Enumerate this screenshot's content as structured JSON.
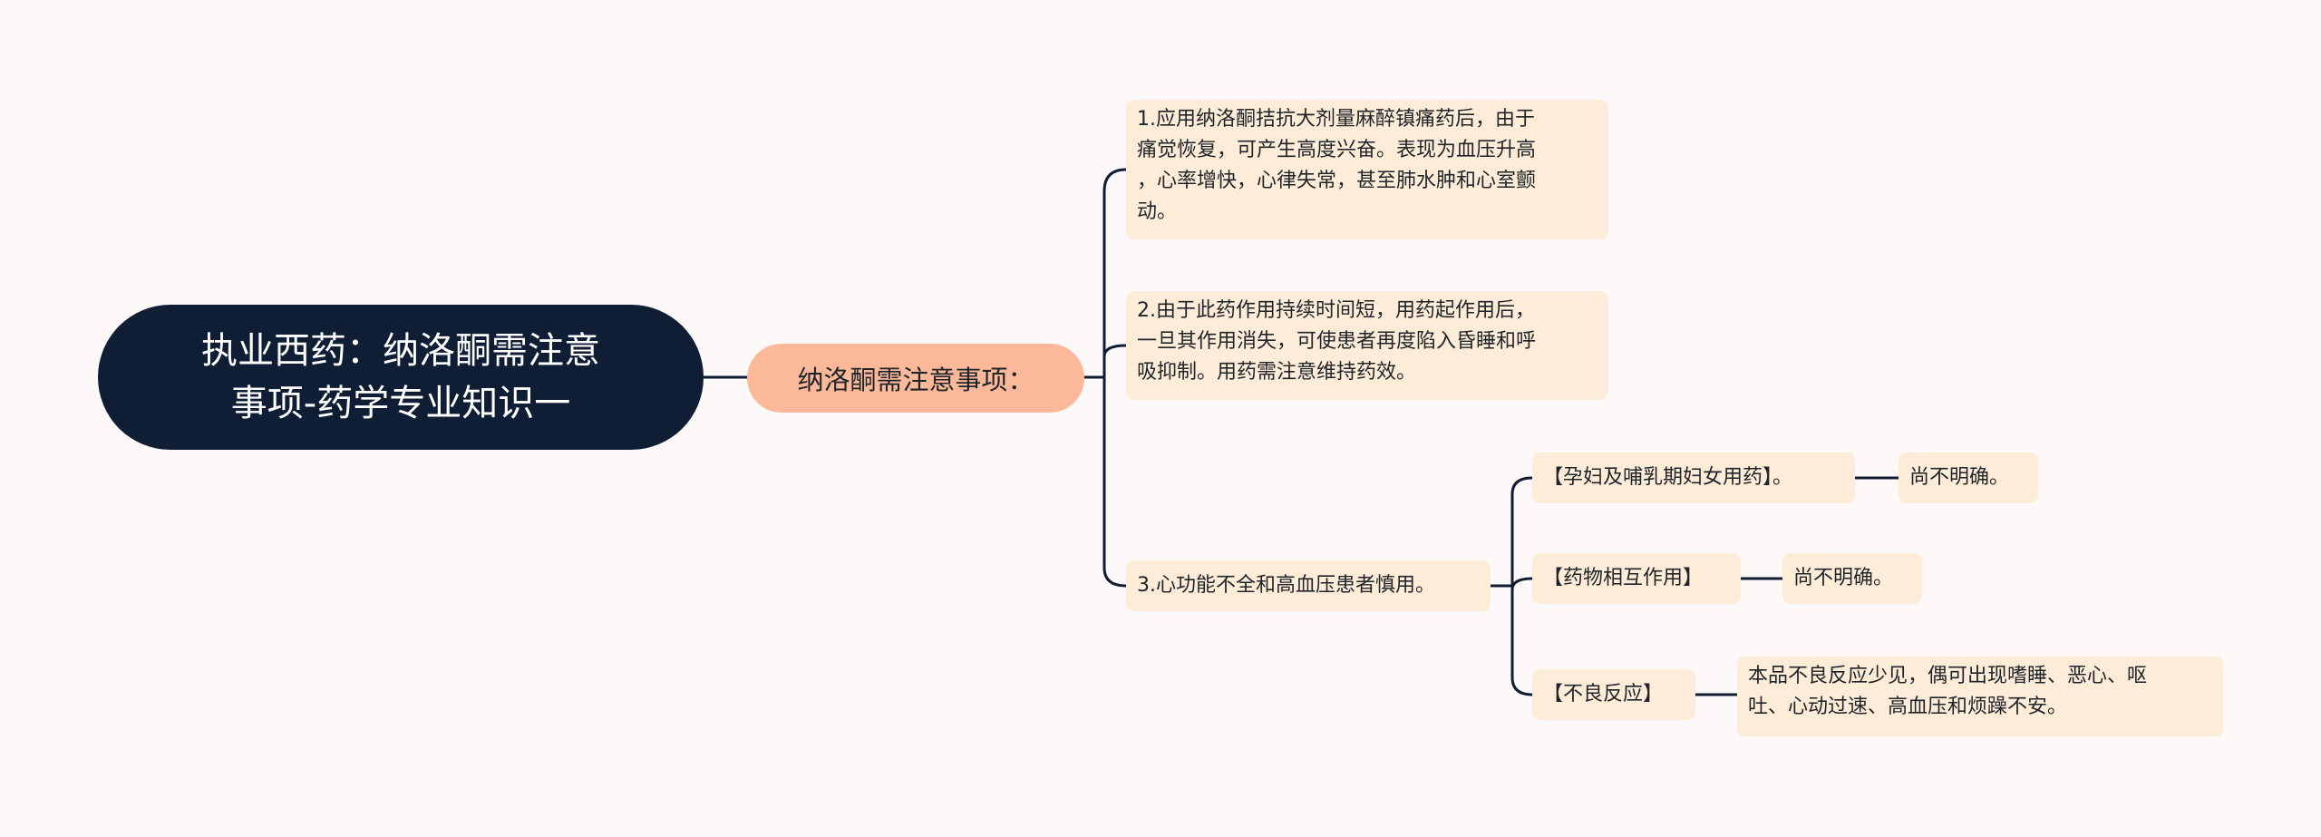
{
  "root": {
    "line1": "执业西药：纳洛酮需注意",
    "line2": "事项-药学专业知识一"
  },
  "branch": {
    "label": "纳洛酮需注意事项："
  },
  "items": [
    {
      "lines": [
        "1.应用纳洛酮拮抗大剂量麻醉镇痛药后，由于",
        "痛觉恢复，可产生高度兴奋。表现为血压升高",
        "，心率增快，心律失常，甚至肺水肿和心室颤",
        "动。"
      ]
    },
    {
      "lines": [
        "2.由于此药作用持续时间短，用药起作用后，",
        "一旦其作用消失，可使患者再度陷入昏睡和呼",
        "吸抑制。用药需注意维持药效。"
      ]
    },
    {
      "label": "3.心功能不全和高血压患者慎用。",
      "children": [
        {
          "label": "【孕妇及哺乳期妇女用药】。",
          "value": "尚不明确。"
        },
        {
          "label": "【药物相互作用】",
          "value": "尚不明确。"
        },
        {
          "label": "【不良反应】",
          "value_lines": [
            "本品不良反应少见，偶可出现嗜睡、恶心、呕",
            "吐、心动过速、高血压和烦躁不安。"
          ]
        }
      ]
    }
  ],
  "colors": {
    "background": "#fdf9f8",
    "root_fill": "#0f1e35",
    "branch_fill": "#fbb99a",
    "leaf_fill": "#fdecd8",
    "line": "#0f1e35"
  }
}
